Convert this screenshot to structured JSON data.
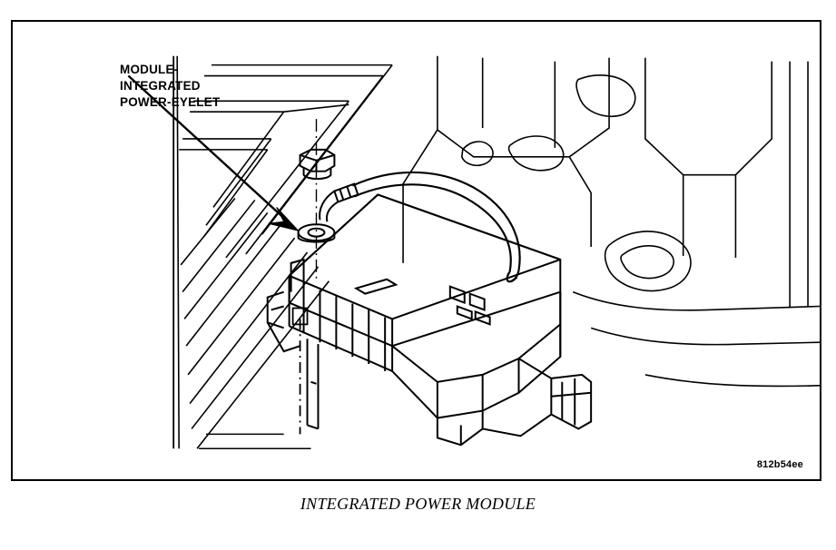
{
  "figure": {
    "caption": "INTEGRATED POWER MODULE",
    "art_code": "812b54ee",
    "callout": {
      "label": "MODULE-\nINTEGRATED\nPOWER-EYELET",
      "target": "eyelet-terminal-on-stud"
    },
    "colors": {
      "line": "#000000",
      "background": "#ffffff",
      "border": "#000000"
    },
    "elements": [
      "engine-compartment-background",
      "integrated-power-module-housing",
      "battery-positive-cable",
      "eyelet-terminal",
      "hex-nut",
      "threaded-stud-centerline"
    ]
  }
}
